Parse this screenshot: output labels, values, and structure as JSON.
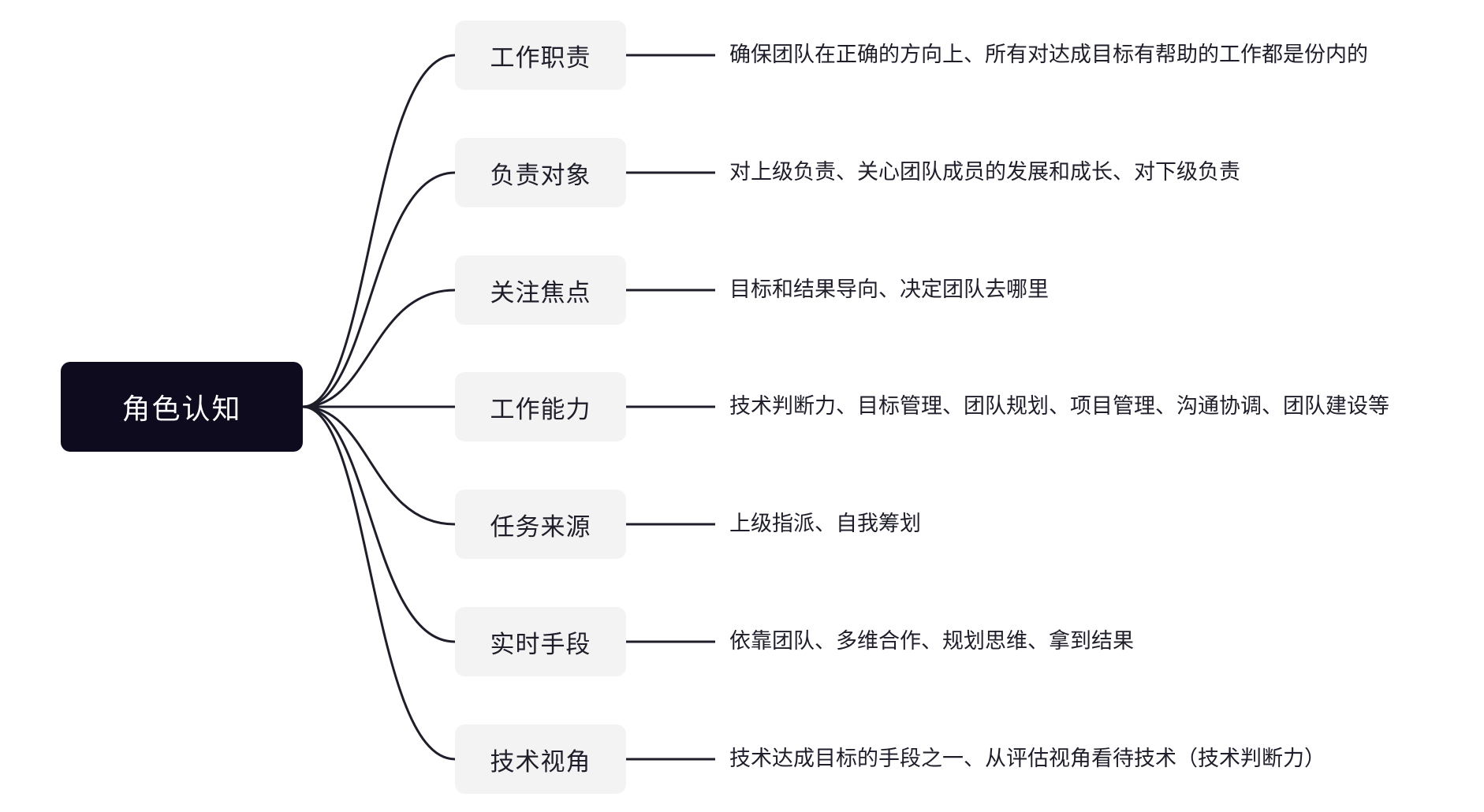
{
  "root": {
    "label": "角色认知"
  },
  "branches": [
    {
      "label": "工作职责",
      "detail": "确保团队在正确的方向上、所有对达成目标有帮助的工作都是份内的"
    },
    {
      "label": "负责对象",
      "detail": "对上级负责、关心团队成员的发展和成长、对下级负责"
    },
    {
      "label": "关注焦点",
      "detail": "目标和结果导向、决定团队去哪里"
    },
    {
      "label": "工作能力",
      "detail": "技术判断力、目标管理、团队规划、项目管理、沟通协调、团队建设等"
    },
    {
      "label": "任务来源",
      "detail": "上级指派、自我筹划"
    },
    {
      "label": "实时手段",
      "detail": "依靠团队、多维合作、规划思维、拿到结果"
    },
    {
      "label": "技术视角",
      "detail": "技术达成目标的手段之一、从评估视角看待技术（技术判断力）"
    }
  ],
  "colors": {
    "root_bg": "#0e0b1f",
    "branch_bg": "#f3f3f3",
    "line": "#1e1e2a",
    "text": "#1e1e2a"
  }
}
